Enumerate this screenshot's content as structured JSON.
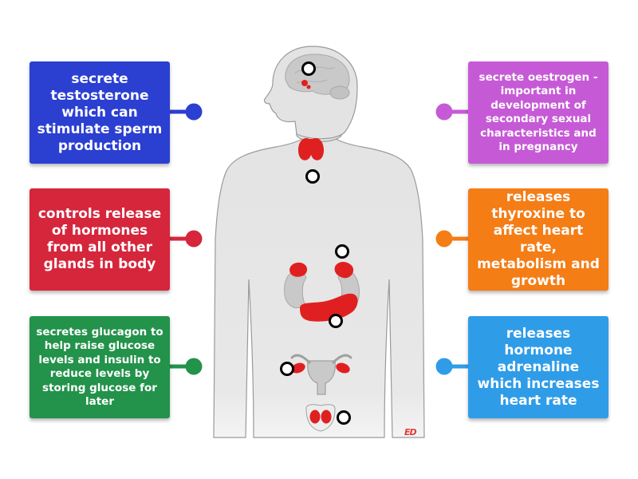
{
  "cards": [
    {
      "text": "secrete testosterone which can stimulate sperm production",
      "color": "#2b3fd1"
    },
    {
      "text": "controls release of hormones from all other glands in body",
      "color": "#d5263c"
    },
    {
      "text": "secretes glucagon to help raise glucose levels and insulin to reduce levels by storing glucose for later",
      "color": "#23924a"
    },
    {
      "text": "secrete oestrogen - important in development of secondary sexual characteristics and in pregnancy",
      "color": "#c65ad6"
    },
    {
      "text": "releases thyroxine to affect heart rate, metabolism and growth",
      "color": "#f47d16"
    },
    {
      "text": "releases hormone adrenaline which increases heart rate",
      "color": "#2f9ce8"
    }
  ],
  "colors": {
    "body_fill": "#e2e2e2",
    "organ": "#e02020",
    "brain": "#c8c8c8"
  },
  "logo": {
    "text": "ED"
  }
}
